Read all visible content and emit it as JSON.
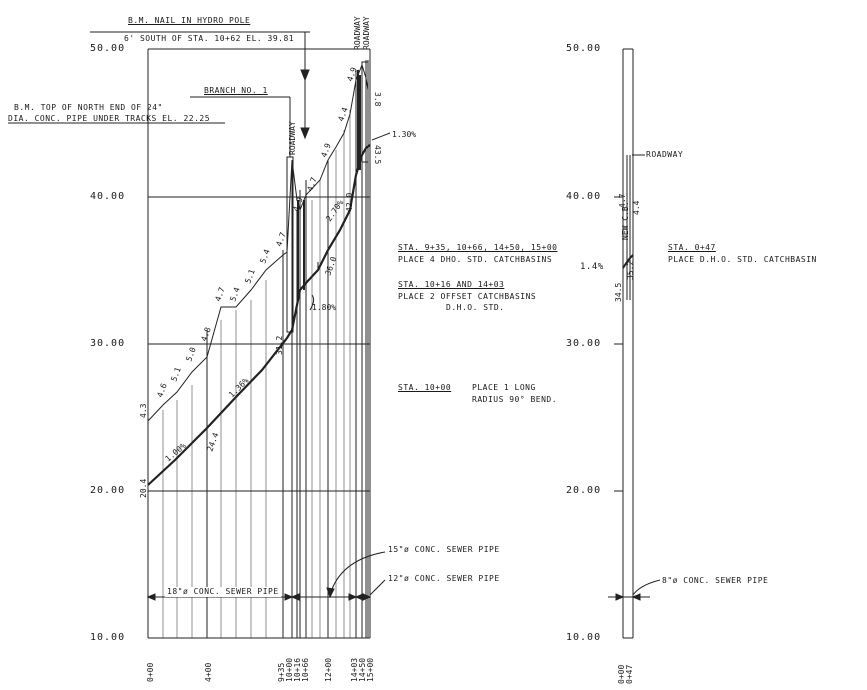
{
  "left_profile": {
    "elevations": [
      "50.00",
      "40.00",
      "30.00",
      "20.00",
      "10.00"
    ],
    "stations": [
      "0+00",
      "4+00",
      "9+35",
      "10+00",
      "10+16",
      "10+66",
      "12+00",
      "14+03",
      "14+50",
      "15+00"
    ],
    "bm1_line1": "B.M. NAIL IN HYDRO POLE",
    "bm1_line2": "6' SOUTH OF STA. 10+62 EL. 39.81",
    "bm2_line1": "B.M. TOP OF NORTH END OF 24\"",
    "bm2_line2": "DIA. CONC. PIPE UNDER TRACKS EL. 22.25",
    "branch": "BRANCH NO. 1",
    "roadway": "ROADWAY",
    "grades": [
      "1.00%",
      "1.36%",
      "1.80%",
      "2.70%",
      "1.30%"
    ],
    "pipe_18": "18\"ø CONC. SEWER PIPE",
    "pipe_15": "15\"ø CONC. SEWER PIPE",
    "pipe_12": "12\"ø CONC. SEWER PIPE",
    "ground_labels": [
      "4.3",
      "4.6",
      "5.1",
      "5.0",
      "4.8",
      "4.7",
      "5.4",
      "5.1",
      "5.4",
      "4.7",
      "4.9",
      "4.7",
      "4.9",
      "4.4",
      "4.9",
      "3.8"
    ],
    "invert_labels": [
      "20.4",
      "24.4",
      "31.2",
      "36.0",
      "42.0",
      "43.5"
    ]
  },
  "notes": {
    "n1_title": "STA. 9+35, 10+66, 14+50, 15+00",
    "n1_body": "PLACE 4 DHO. STD. CATCHBASINS",
    "n2_title": "STA. 10+16 AND 14+03",
    "n2_body1": "PLACE 2 OFFSET CATCHBASINS",
    "n2_body2": "D.H.O. STD.",
    "n3_title": "STA. 10+00",
    "n3_body1": "PLACE 1 LONG",
    "n3_body2": "RADIUS 90° BEND."
  },
  "right_profile": {
    "elevations": [
      "50.00",
      "40.00",
      "30.00",
      "20.00",
      "10.00"
    ],
    "stations": [
      "0+00",
      "0+47"
    ],
    "roadway": "ROADWAY",
    "grade": "1.4%",
    "cb_label": "NEW C.B.",
    "cb_values": [
      "4.7",
      "4.4"
    ],
    "invert": "34.5",
    "invert2": "35.2",
    "note_title": "STA. 0+47",
    "note_body": "PLACE D.H.O. STD. CATCHBASIN",
    "pipe_8": "8\"ø CONC. SEWER PIPE"
  }
}
